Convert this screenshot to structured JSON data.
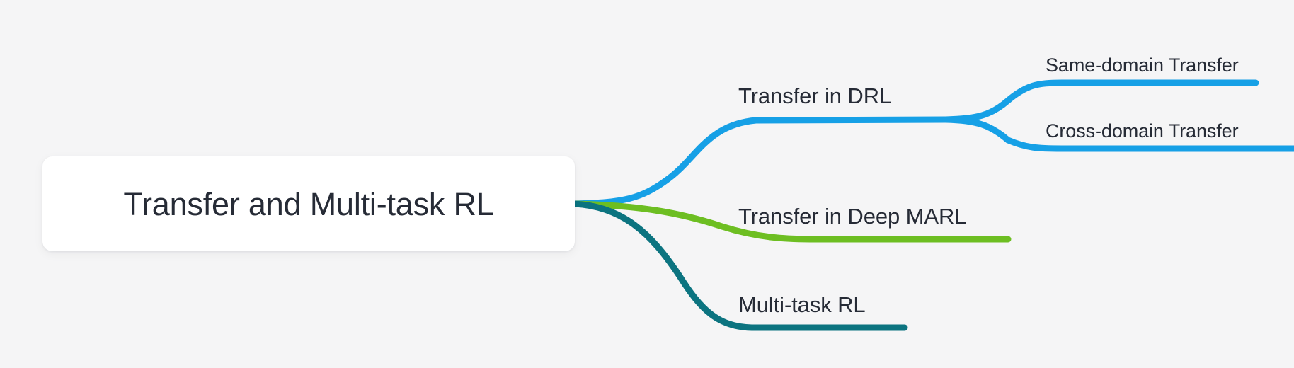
{
  "diagram": {
    "type": "mind-map",
    "background_color": "#f5f5f6",
    "text_color": "#262b36",
    "root": {
      "label": "Transfer and Multi-task RL",
      "box_color": "#ffffff"
    },
    "branches": [
      {
        "id": "transfer-in-drl",
        "label": "Transfer in DRL",
        "color": "#16a0e6",
        "children": [
          {
            "id": "same-domain-transfer",
            "label": "Same-domain Transfer",
            "color": "#16a0e6"
          },
          {
            "id": "cross-domain-transfer",
            "label": "Cross-domain Transfer",
            "color": "#16a0e6"
          }
        ]
      },
      {
        "id": "transfer-in-deep-marl",
        "label": "Transfer in Deep MARL",
        "color": "#6dbe22",
        "children": []
      },
      {
        "id": "multi-task-rl",
        "label": "Multi-task RL",
        "color": "#0c7480",
        "children": []
      }
    ]
  }
}
